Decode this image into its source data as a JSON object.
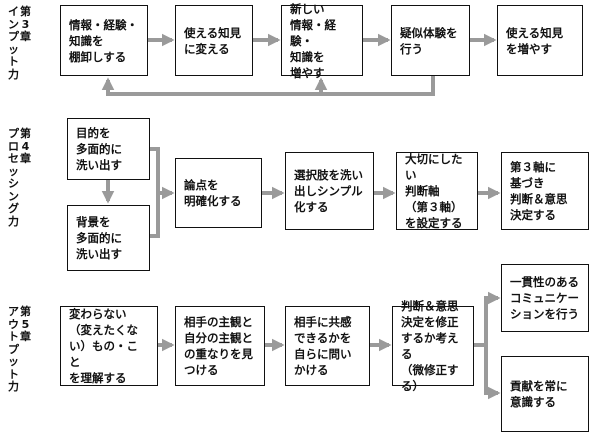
{
  "chapters": [
    {
      "id": "ch3",
      "label_chars": [
        "第",
        "3",
        "章"
      ],
      "title_chars": [
        "イ",
        "ン",
        "プ",
        "ッ",
        "ト",
        "力"
      ]
    },
    {
      "id": "ch4",
      "label_chars": [
        "第",
        "4",
        "章"
      ],
      "title_chars": [
        "プ",
        "ロ",
        "セ",
        "ッ",
        "シ",
        "ン",
        "グ",
        "力"
      ]
    },
    {
      "id": "ch5",
      "label_chars": [
        "第",
        "5",
        "章"
      ],
      "title_chars": [
        "ア",
        "ウ",
        "ト",
        "プ",
        "ッ",
        "ト",
        "力"
      ]
    }
  ],
  "row1": {
    "b1": "情報・経験・\n知識を\n棚卸しする",
    "b2": "使える知見\nに変える",
    "b3": "新しい\n情報・経験・\n知識を\n増やす",
    "b4": "疑似体験を\n行う",
    "b5": "使える知見\nを増やす"
  },
  "row2": {
    "b1": "目的を\n多面的に\n洗い出す",
    "b2": "背景を\n多面的に\n洗い出す",
    "b3": "論点を\n明確化する",
    "b4": "選択肢を洗い\n出しシンプル\n化する",
    "b5": "大切にしたい\n判断軸\n（第３軸）\nを設定する",
    "b6": "第３軸に\n基づき\n判断＆意思\n決定する"
  },
  "row3": {
    "b1": "変わらない\n（変えたくな\nい）もの・こと\nを理解する",
    "b2": "相手の主観と\n自分の主観と\nの重なりを見\nつける",
    "b3": "相手に共感\nできるかを\n自らに問い\nかける",
    "b4": "判断＆意思\n決定を修正\nするか考える\n（微修正する）",
    "b5": "一貫性のある\nコミュニケー\nションを行う",
    "b6": "貢献を常に\n意識する"
  },
  "colors": {
    "line": "#111111",
    "arrow": "#9a9a9a",
    "background": "#ffffff"
  }
}
